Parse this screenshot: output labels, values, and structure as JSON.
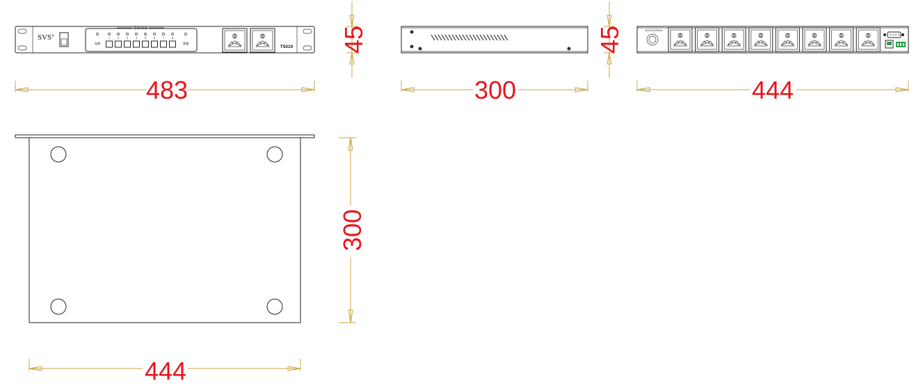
{
  "front_view": {
    "brand": "SVS",
    "brand_mark": "®",
    "model": "T5010",
    "panel_header": "电源时序器",
    "power_label": "电源",
    "bypass_label": "直通",
    "channel_numbers": [
      "1",
      "2",
      "3",
      "4",
      "5",
      "6",
      "7",
      "8"
    ]
  },
  "rear_view": {
    "inlet_label": "AC220V/50Hz"
  },
  "dimensions": {
    "front_width": "483",
    "front_height": "45",
    "side_depth": "300",
    "side_height": "45",
    "rear_width": "444",
    "top_depth": "300",
    "top_width": "444"
  },
  "colors": {
    "dimension_text": "#e8141c",
    "dimension_line": "#c9a645",
    "outline": "#222222"
  }
}
